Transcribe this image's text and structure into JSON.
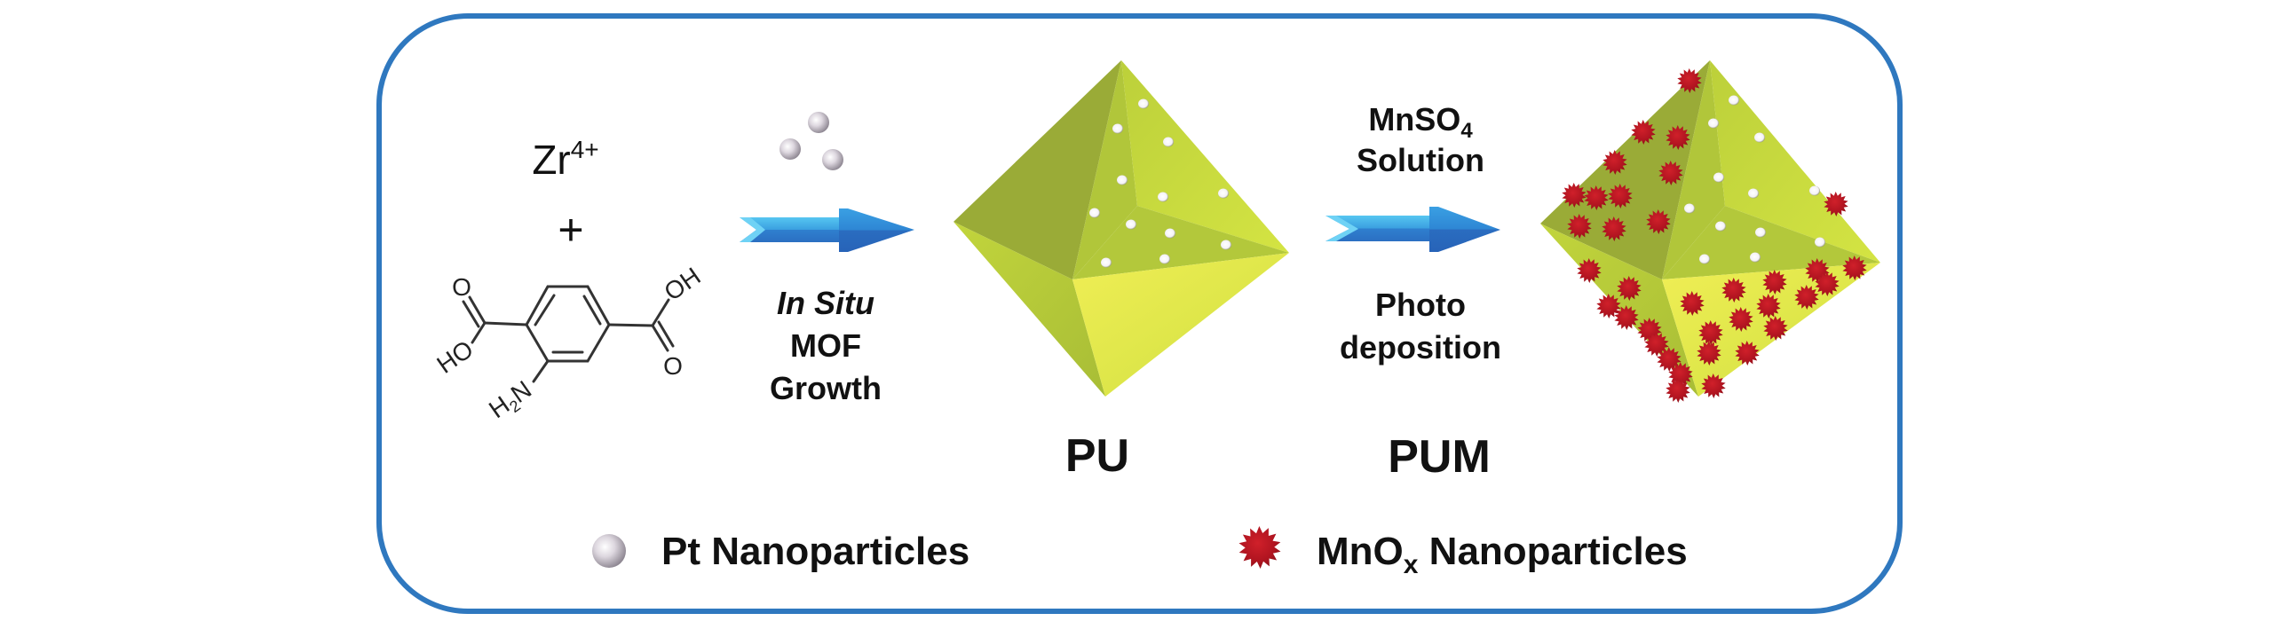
{
  "figure": {
    "title": "Synthesis scheme of PU and PUM",
    "frame_color": "#2f78bf"
  },
  "reactants": {
    "metal_ion": {
      "symbol": "Zr",
      "charge": "4+"
    },
    "plus": "+",
    "linker": {
      "name": "2-aminoterephthalic acid",
      "labels": {
        "o_top_left": "O",
        "ho_left": "HO",
        "oh_right": "OH",
        "o_bottom_right": "O",
        "amine": {
          "h": "H",
          "sub": "2",
          "n": "N"
        }
      }
    }
  },
  "steps": [
    {
      "id": "step1",
      "above_icon": "pt-nanoparticles-icon",
      "lines": [
        {
          "text": "In Situ",
          "italic": true
        },
        {
          "text": "MOF",
          "italic": false
        },
        {
          "text": "Growth",
          "italic": false
        }
      ],
      "arrow_color_light": "#4fc3ef",
      "arrow_color_dark": "#2e73c6"
    },
    {
      "id": "step2",
      "above": {
        "main": "MnSO",
        "sub": "4"
      },
      "above_line2": "Solution",
      "below": [
        "Photo",
        "deposition"
      ],
      "arrow_color_light": "#4fc3ef",
      "arrow_color_dark": "#2e73c6"
    }
  ],
  "products": [
    {
      "label": "PU",
      "has_mnox": false
    },
    {
      "label": "PUM",
      "has_mnox": true
    }
  ],
  "legend": [
    {
      "icon": "pt-nanoparticle-icon",
      "text": "Pt Nanoparticles"
    },
    {
      "icon": "mnox-nanoparticle-icon",
      "text_main": "MnO",
      "text_sub": "x",
      "text_rest": " Nanoparticles"
    }
  ],
  "colors": {
    "octa_dark": "#9aab37",
    "octa_mid": "#b7cb3c",
    "octa_bright": "#c8dc3e",
    "octa_yellow": "#e9eb4e",
    "mnox_red": "#b3121b",
    "pt_sphere": "#d9d4dc"
  }
}
